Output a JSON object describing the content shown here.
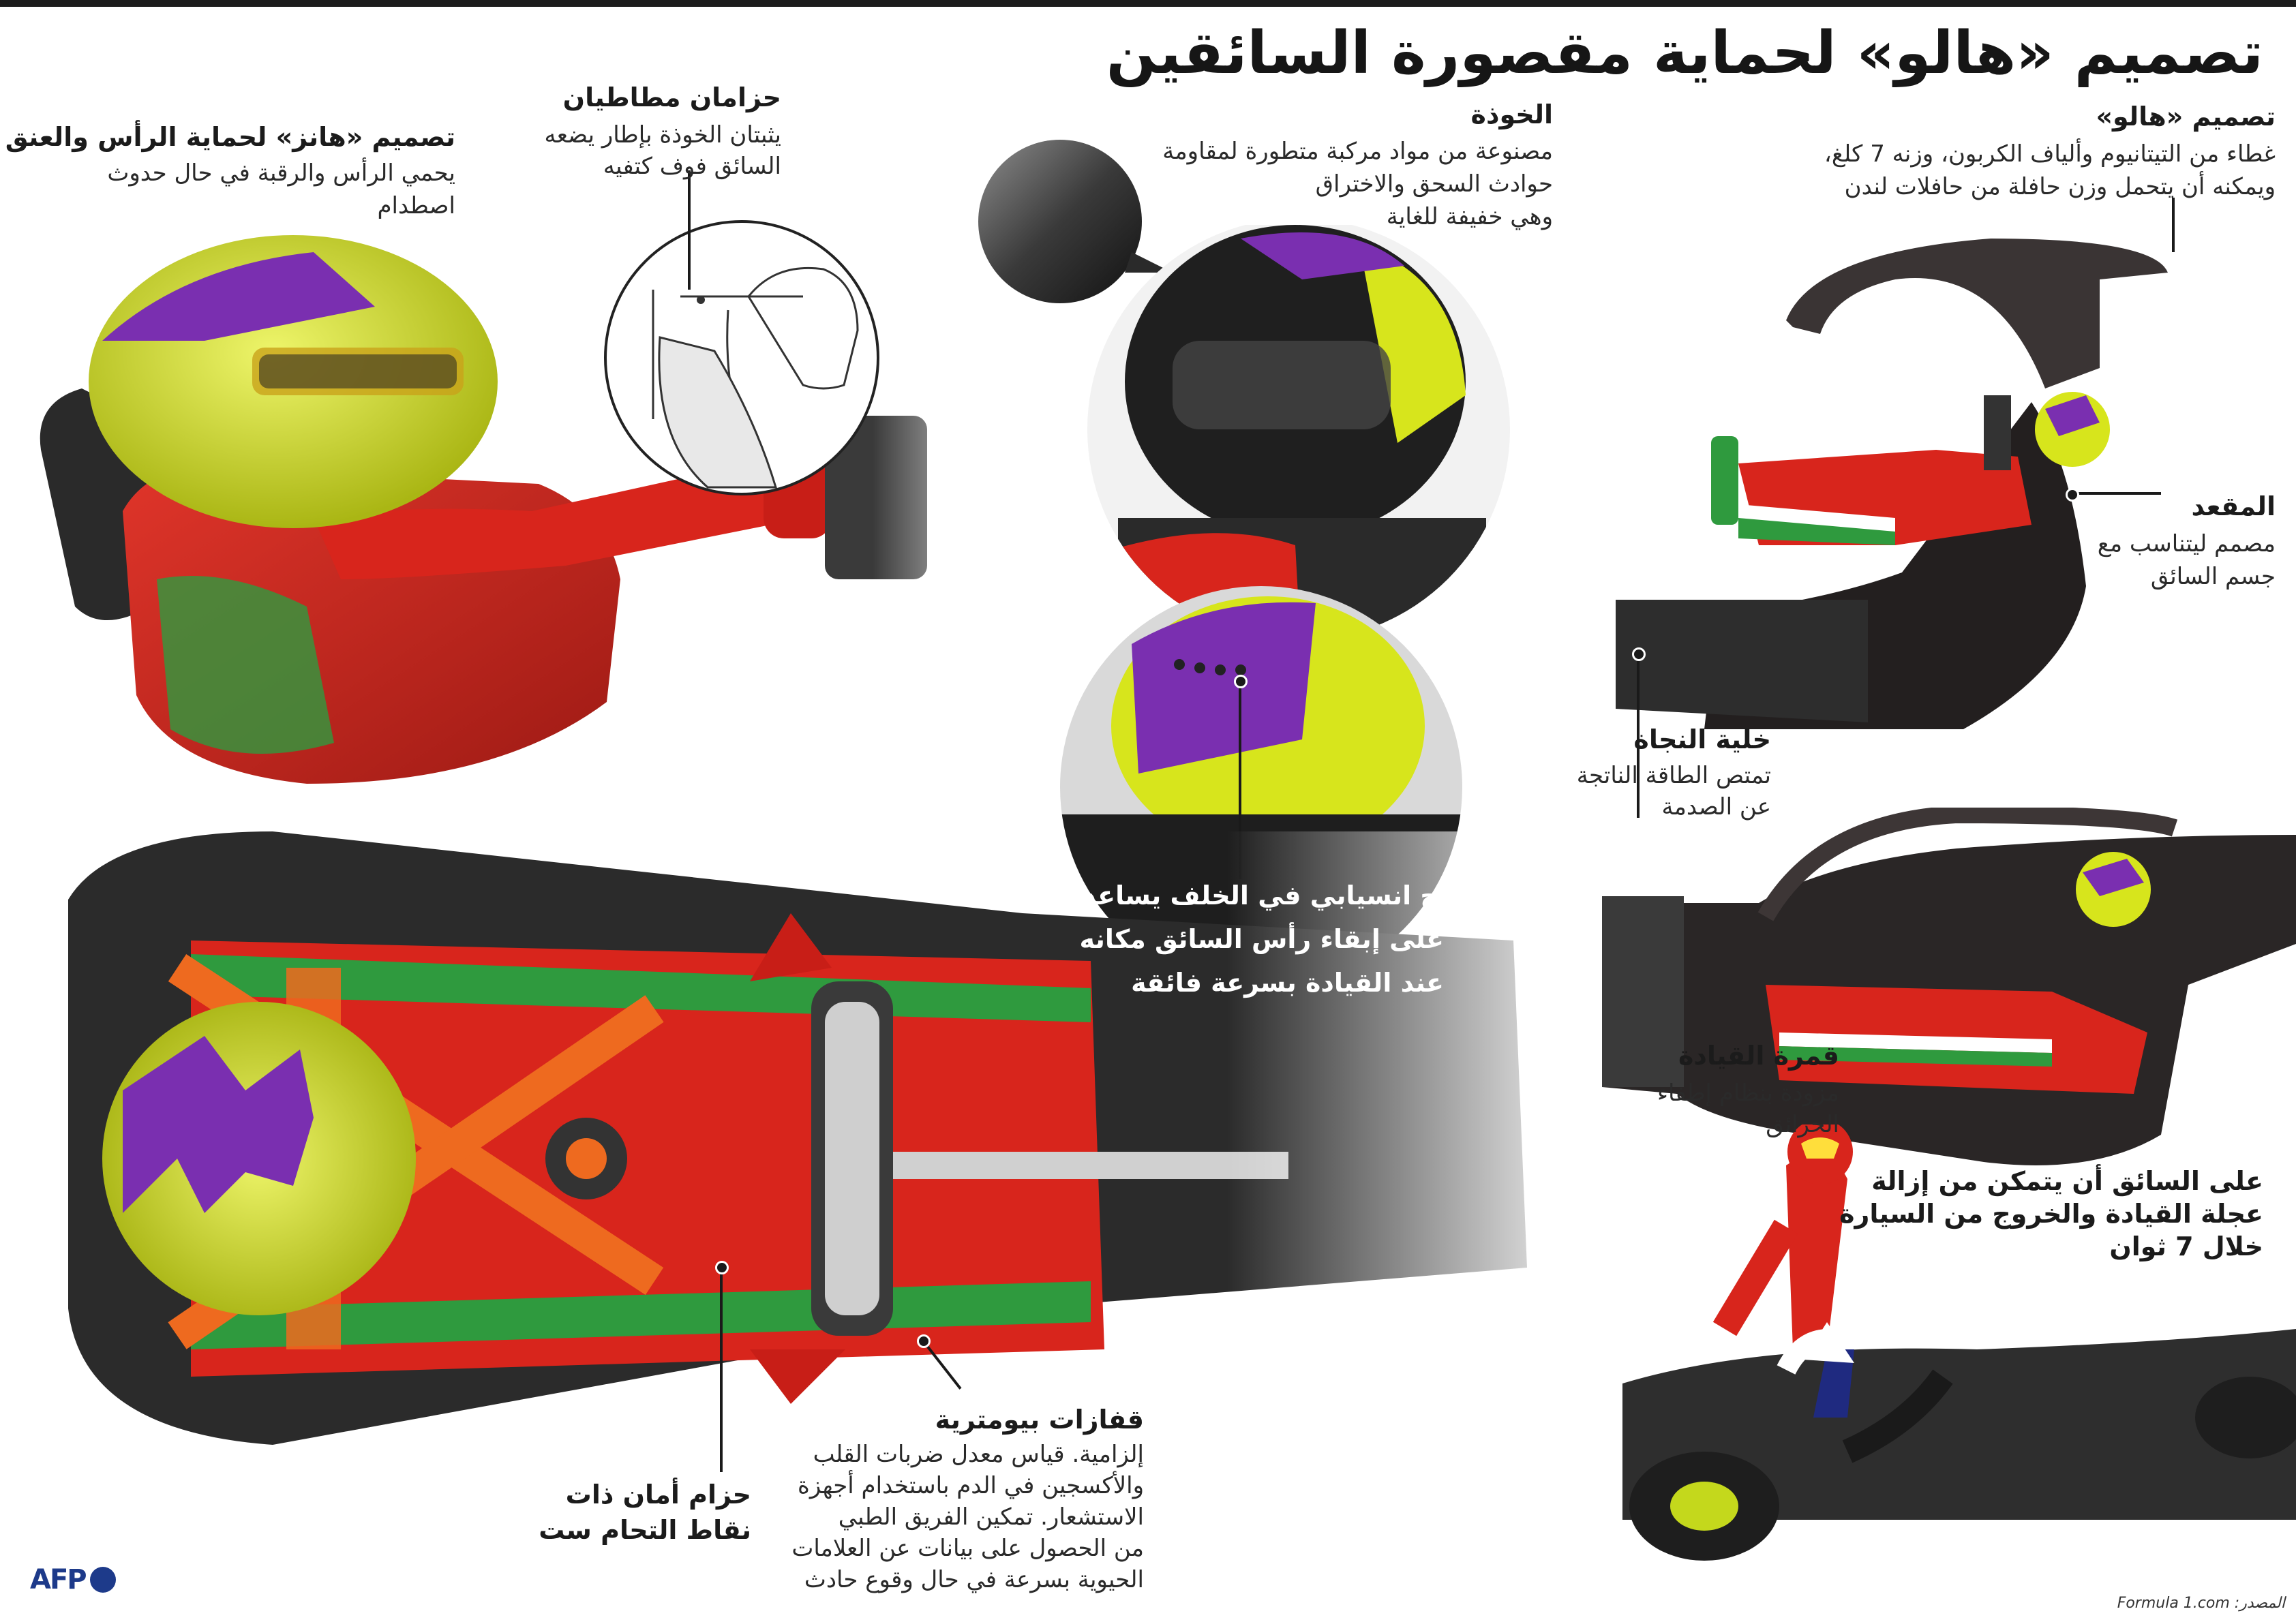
{
  "title": "تصميم «هالو» لحماية مقصورة السائقين",
  "hans": {
    "heading": "تصميم «هانز» لحماية الرأس والعنق",
    "body": [
      "يحمي الرأس والرقبة في حال حدوث",
      "اصطدام"
    ]
  },
  "straps": {
    "heading": "حزامان مطاطيان",
    "body": [
      "يثبتان الخوذة بإطار يضعه",
      "السائق فوف كتفيه"
    ]
  },
  "helmet": {
    "heading": "الخوذة",
    "body": [
      "مصنوعة من مواد مركبة متطورة لمقاومة",
      "حوادث السحق والاختراق",
      "وهي خفيفة للغاية"
    ]
  },
  "halo": {
    "heading": "تصميم «هالو»",
    "body": [
      "غطاء من التيتانيوم وألياف الكربون، وزنه 7 كلغ،",
      "ويمكنه أن يتحمل وزن حافلة من حافلات لندن"
    ]
  },
  "seat": {
    "heading": "المقعد",
    "body": [
      "مصمم ليتناسب مع",
      "جسم السائق"
    ]
  },
  "survival_cell": {
    "heading": "خلية النجاة",
    "body": [
      "تمتص الطاقة الناتجة",
      "عن الصدمة"
    ]
  },
  "rear_wing": {
    "lines": [
      "جناح انسيابي في الخلف يساعد",
      "على إبقاء رأس السائق مكانه",
      "عند القيادة بسرعة فائقة"
    ]
  },
  "cockpit": {
    "heading": "قمرة القيادة",
    "body": [
      "مزودة بنظام إطفاء",
      "الحرائق"
    ]
  },
  "exit": {
    "lines": [
      "على السائق أن يتمكن من إزالة",
      "عجلة القيادة والخروج من السيارة",
      "خلال 7 ثوان"
    ]
  },
  "gloves": {
    "heading": "قفازات بيومترية",
    "body": [
      "إلزامية. قياس معدل ضربات القلب",
      "والأكسجين في الدم باستخدام أجهزة",
      "الاستشعار. تمكين الفريق الطبي",
      "من الحصول على بيانات عن العلامات",
      "الحيوية بسرعة في حال وقوع حادث"
    ]
  },
  "harness": {
    "heading": [
      "حزام أمان ذات",
      "نقاط التحام ست"
    ]
  },
  "logo": "AFP",
  "source": "المصدر: Formula 1.com",
  "colors": {
    "suit_red": "#d8251c",
    "suit_green": "#2f9a3e",
    "helmet_yellow": "#d7e51c",
    "helmet_purple": "#7a2fb0",
    "harness_orange": "#ee6a1f",
    "carbon": "#2b2b2b"
  }
}
